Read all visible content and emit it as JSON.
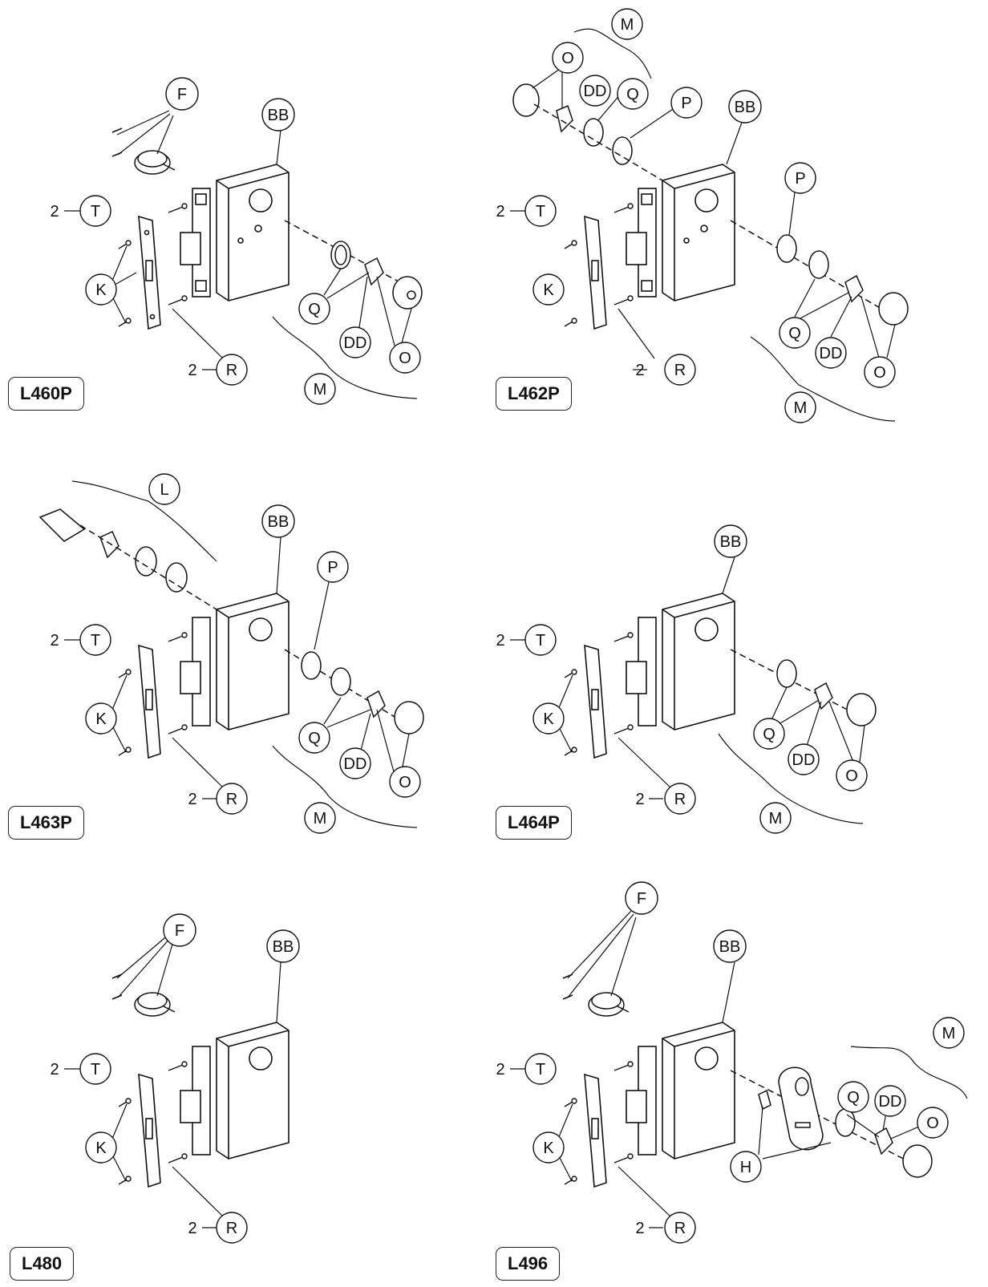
{
  "panels": [
    {
      "model": "L460P",
      "callouts": {
        "F": "F",
        "BB": "BB",
        "T": "T",
        "T_qty": "2",
        "K": "K",
        "R": "R",
        "R_qty": "2",
        "Q": "Q",
        "DD": "DD",
        "O": "O",
        "M": "M"
      }
    },
    {
      "model": "L462P",
      "callouts": {
        "M_top": "M",
        "O_top": "O",
        "DD_top": "DD",
        "Q_top": "Q",
        "P_top": "P",
        "BB": "BB",
        "P": "P",
        "T": "T",
        "T_qty": "2",
        "K": "K",
        "R": "R",
        "R_qty": "2",
        "Q": "Q",
        "DD": "DD",
        "O": "O",
        "M": "M"
      }
    },
    {
      "model": "L463P",
      "callouts": {
        "L": "L",
        "BB": "BB",
        "P": "P",
        "T": "T",
        "T_qty": "2",
        "K": "K",
        "R": "R",
        "R_qty": "2",
        "Q": "Q",
        "DD": "DD",
        "O": "O",
        "M": "M"
      }
    },
    {
      "model": "L464P",
      "callouts": {
        "BB": "BB",
        "T": "T",
        "T_qty": "2",
        "K": "K",
        "R": "R",
        "R_qty": "2",
        "Q": "Q",
        "DD": "DD",
        "O": "O",
        "M": "M"
      }
    },
    {
      "model": "L480",
      "callouts": {
        "F": "F",
        "BB": "BB",
        "T": "T",
        "T_qty": "2",
        "K": "K",
        "R": "R",
        "R_qty": "2"
      }
    },
    {
      "model": "L496",
      "callouts": {
        "F": "F",
        "BB": "BB",
        "M": "M",
        "Q": "Q",
        "DD": "DD",
        "O": "O",
        "H": "H",
        "T": "T",
        "T_qty": "2",
        "K": "K",
        "R": "R",
        "R_qty": "2"
      }
    }
  ]
}
